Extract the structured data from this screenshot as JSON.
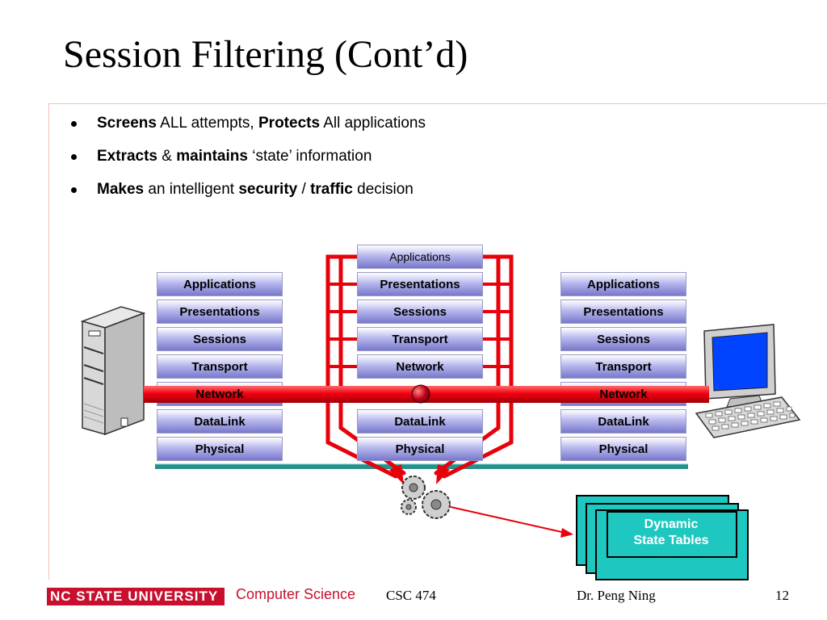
{
  "slide": {
    "title": "Session Filtering (Cont’d)"
  },
  "bullets": [
    {
      "parts": [
        {
          "text": "Screens",
          "bold": true
        },
        {
          "text": " ALL attempts, ",
          "bold": false
        },
        {
          "text": "Protects",
          "bold": true
        },
        {
          "text": " All applications",
          "bold": false
        }
      ]
    },
    {
      "parts": [
        {
          "text": "Extracts",
          "bold": true
        },
        {
          "text": " & ",
          "bold": false
        },
        {
          "text": "maintains",
          "bold": true
        },
        {
          "text": " ‘state’ information",
          "bold": false
        }
      ]
    },
    {
      "parts": [
        {
          "text": "Makes",
          "bold": true
        },
        {
          "text": " an intelligent ",
          "bold": false
        },
        {
          "text": "security",
          "bold": true
        },
        {
          "text": " / ",
          "bold": false
        },
        {
          "text": "traffic",
          "bold": true
        },
        {
          "text": " decision",
          "bold": false
        }
      ]
    }
  ],
  "stacks": {
    "left": [
      "Applications",
      "Presentations",
      "Sessions",
      "Transport",
      "Network",
      "DataLink",
      "Physical"
    ],
    "middle": [
      "Applications",
      "Presentations",
      "Sessions",
      "Transport",
      "Network",
      "DataLink",
      "Physical"
    ],
    "right": [
      "Applications",
      "Presentations",
      "Sessions",
      "Transport",
      "Network",
      "DataLink",
      "Physical"
    ]
  },
  "state_tables": {
    "line1": "Dynamic",
    "line2": "State Tables"
  },
  "footer": {
    "university": "NC STATE UNIVERSITY",
    "department": "Computer Science",
    "course": "CSC 474",
    "author": "Dr. Peng Ning",
    "page": "12"
  },
  "colors": {
    "accent_red": "#e8000a",
    "layer_blue": "#7878cc",
    "teal": "#1ec8c0",
    "ncsu_red": "#c8102e"
  }
}
